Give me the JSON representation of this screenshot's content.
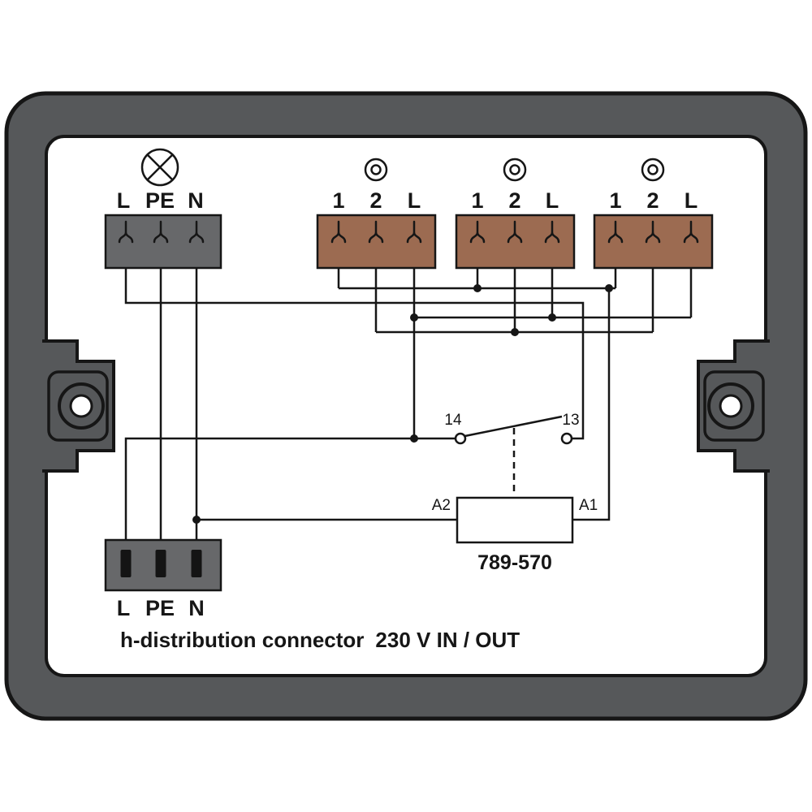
{
  "colors": {
    "housing": "#56585a",
    "block_gray": "#67686a",
    "block_brown": "#9c6b51",
    "line": "#161616"
  },
  "diagram": {
    "lamp_block": {
      "labels": [
        "L",
        "PE",
        "N"
      ]
    },
    "socket_block": {
      "labels": [
        "1",
        "2",
        "L"
      ]
    },
    "inlet_block": {
      "labels": [
        "L",
        "PE",
        "N"
      ]
    },
    "relay": {
      "contact_left": "14",
      "contact_right": "13",
      "coil_left": "A2",
      "coil_right": "A1",
      "part_number": "789-570"
    },
    "caption": {
      "left": "h-distribution connector",
      "right": "230 V IN / OUT"
    }
  }
}
